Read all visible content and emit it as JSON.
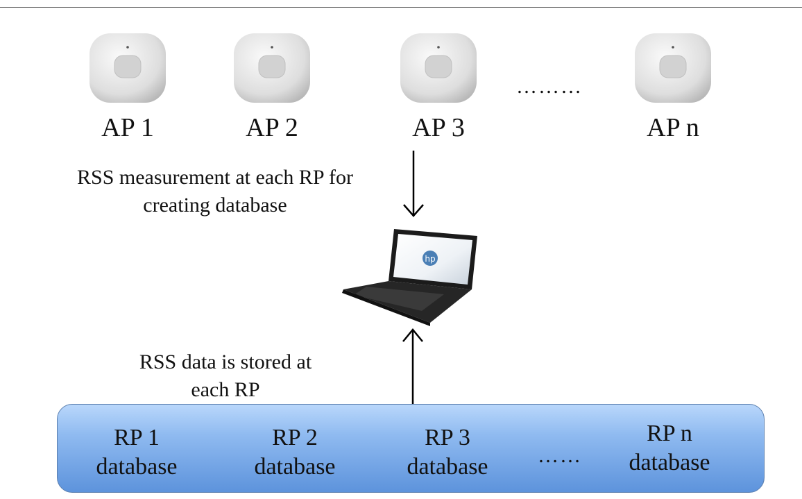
{
  "access_points": [
    {
      "label": "AP 1",
      "icon": "access-point-icon"
    },
    {
      "label": "AP 2",
      "icon": "access-point-icon"
    },
    {
      "label": "AP 3",
      "icon": "access-point-icon"
    },
    {
      "label": "AP n",
      "icon": "access-point-icon"
    }
  ],
  "ap_ellipsis": "………",
  "caption_measurement": {
    "line1": "RSS measurement at each RP for",
    "line2": "creating database"
  },
  "caption_storage": {
    "line1": "RSS data is stored at",
    "line2": "each RP"
  },
  "laptop_icon": "laptop-icon",
  "databases": [
    {
      "line1": "RP 1",
      "line2": "database"
    },
    {
      "line1": "RP 2",
      "line2": "database"
    },
    {
      "line1": "RP 3",
      "line2": "database"
    },
    {
      "line1": "RP n",
      "line2": "database"
    }
  ],
  "db_ellipsis": "……",
  "colors": {
    "db_bar_top": "#b9d7fb",
    "db_bar_bottom": "#5d93dc",
    "ap_device": "#e6e6e6"
  }
}
